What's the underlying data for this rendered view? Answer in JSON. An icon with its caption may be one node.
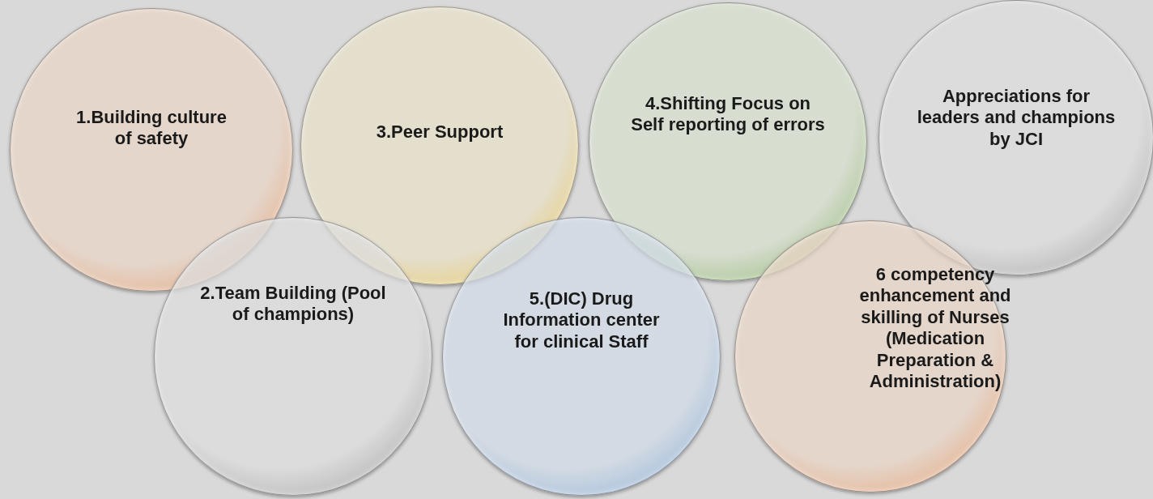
{
  "diagram": {
    "nodes": [
      {
        "text": [
          "1.Building culture of safety"
        ]
      },
      {
        "text": [
          "3.Peer Support"
        ]
      },
      {
        "text": [
          "4.Shifting Focus on Self reporting of errors"
        ]
      },
      {
        "text": [
          "Appreciations for leaders and champions by JCI"
        ]
      },
      {
        "text": [
          "2.Team Building (Pool of champions)"
        ]
      },
      {
        "text": [
          "5.(DIC) Drug Information center for clinical Staff"
        ]
      },
      {
        "text": [
          "6 competency enhancement and skilling of Nurses (Medication Preparation & Administration)"
        ]
      }
    ]
  }
}
